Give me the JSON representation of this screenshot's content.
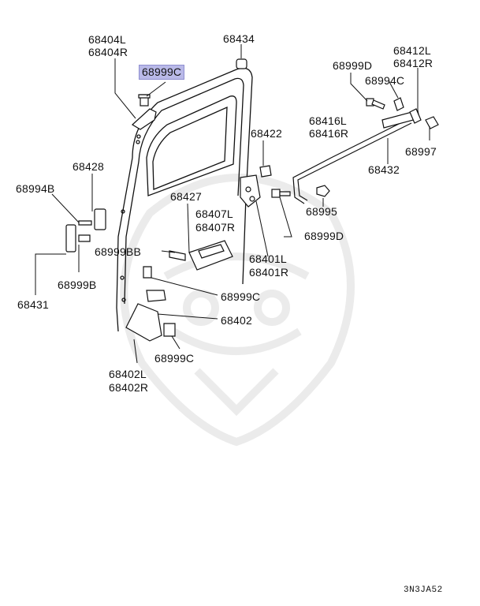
{
  "parts": {
    "p68404": [
      "68404L",
      "68404R"
    ],
    "p68434": "68434",
    "p68999C_highlight": "68999C",
    "p68999D_top": "68999D",
    "p68412": [
      "68412L",
      "68412R"
    ],
    "p68994C": "68994C",
    "p68416": [
      "68416L",
      "68416R"
    ],
    "p68422": "68422",
    "p68997": "68997",
    "p68432": "68432",
    "p68428": "68428",
    "p68994B": "68994B",
    "p68427": "68427",
    "p68407": [
      "68407L",
      "68407R"
    ],
    "p68995": "68995",
    "p68999D_mid": "68999D",
    "p68999BB": "68999BB",
    "p68401": [
      "68401L",
      "68401R"
    ],
    "p68999B": "68999B",
    "p68999C_mid": "68999C",
    "p68431": "68431",
    "p68402": "68402",
    "p68999C_bottom": "68999C",
    "p68402LR": [
      "68402L",
      "68402R"
    ]
  },
  "diagram_code": "3N3JA52",
  "colors": {
    "highlight": "#b9b9e8",
    "line": "#111111",
    "watermark": "#ececec"
  }
}
